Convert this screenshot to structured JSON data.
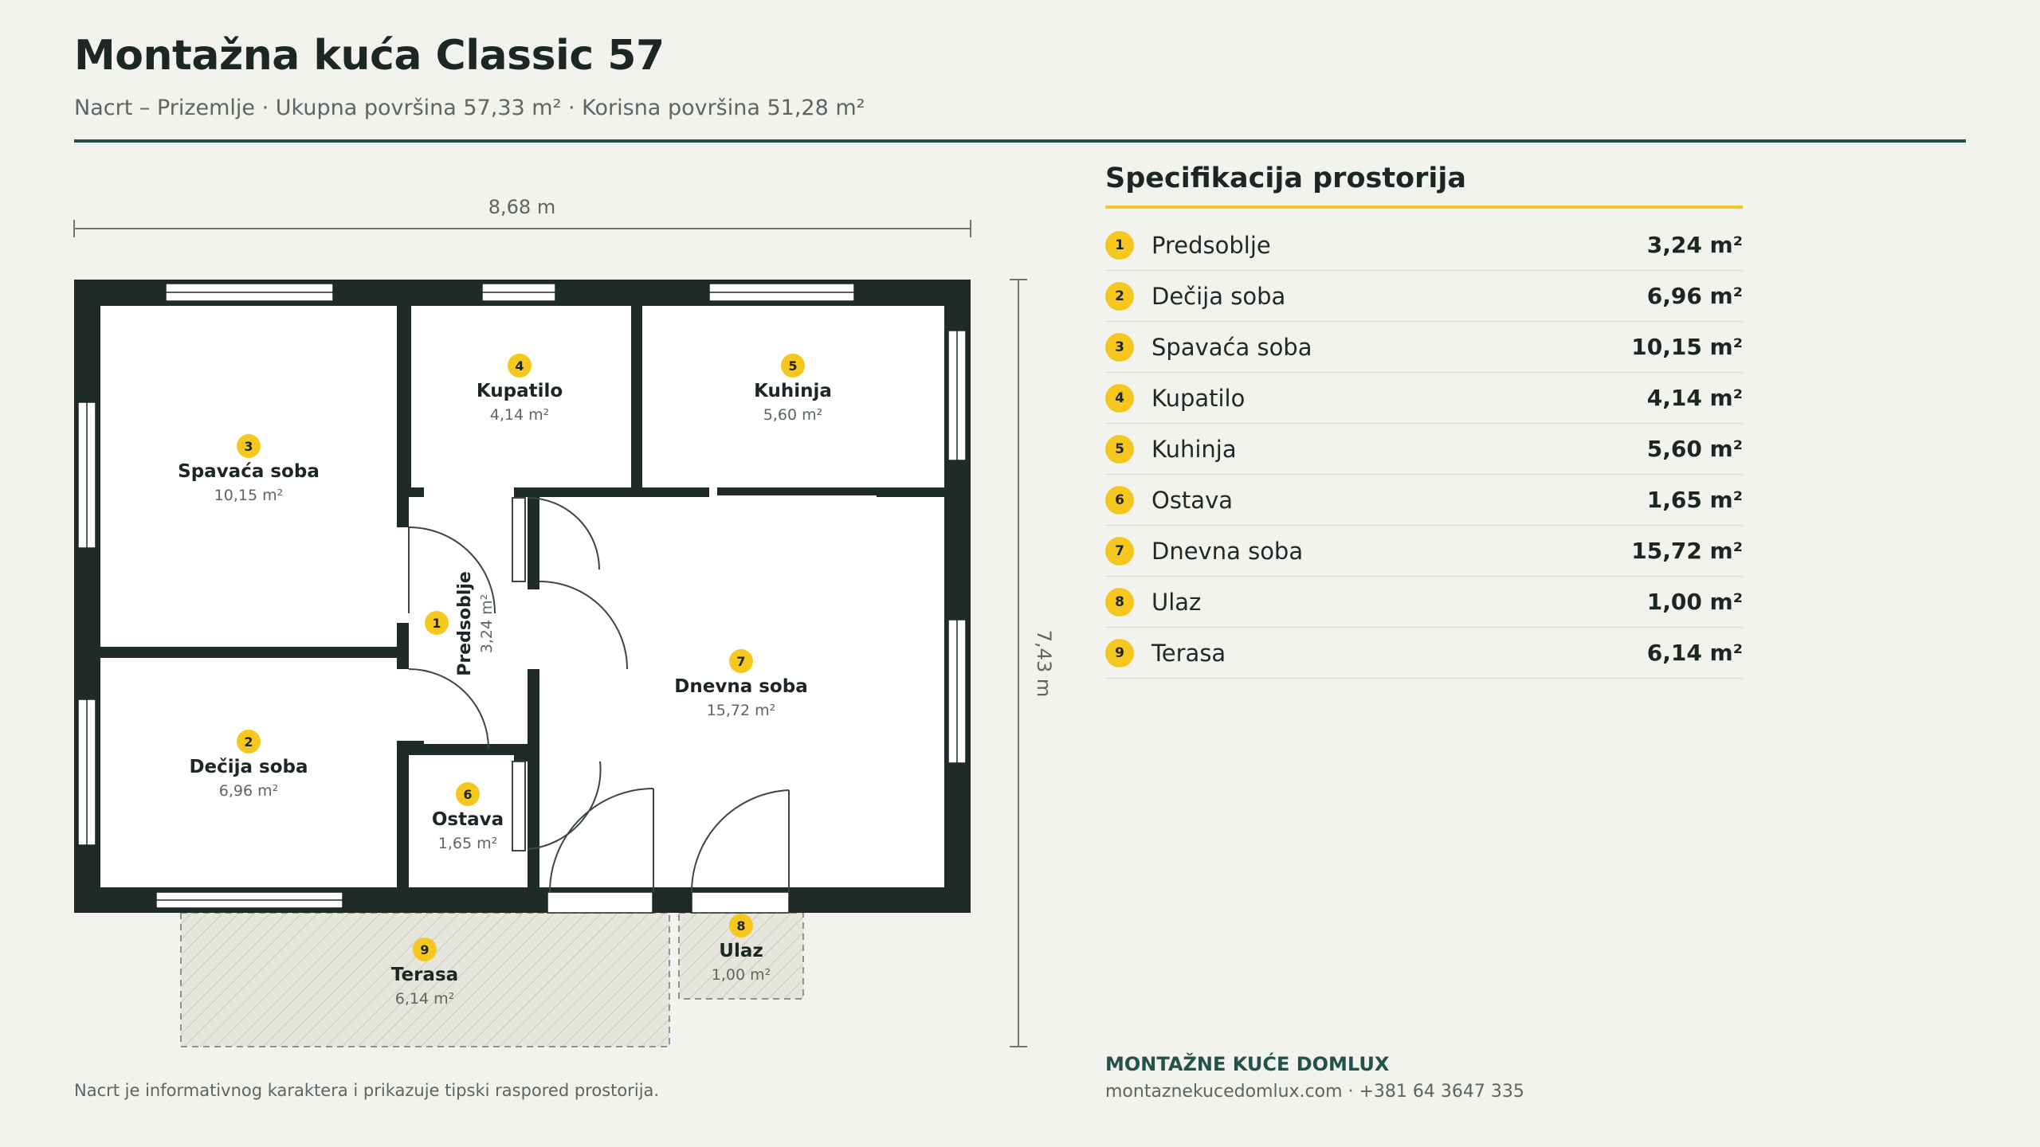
{
  "header": {
    "title": "Montažna kuća Classic 57",
    "subtitle": "Nacrt – Prizemlje · Ukupna površina 57,33 m² · Korisna površina 51,28 m²"
  },
  "plan": {
    "width_label": "8,68 m",
    "height_label": "7,43 m",
    "rooms": [
      {
        "num": "1",
        "name": "Predsoblje",
        "area": "3,24 m²"
      },
      {
        "num": "2",
        "name": "Dečija soba",
        "area": "6,96 m²"
      },
      {
        "num": "3",
        "name": "Spavaća soba",
        "area": "10,15 m²"
      },
      {
        "num": "4",
        "name": "Kupatilo",
        "area": "4,14 m²"
      },
      {
        "num": "5",
        "name": "Kuhinja",
        "area": "5,60 m²"
      },
      {
        "num": "6",
        "name": "Ostava",
        "area": "1,65 m²"
      },
      {
        "num": "7",
        "name": "Dnevna soba",
        "area": "15,72 m²"
      },
      {
        "num": "8",
        "name": "Ulaz",
        "area": "1,00 m²"
      },
      {
        "num": "9",
        "name": "Terasa",
        "area": "6,14 m²"
      }
    ]
  },
  "spec": {
    "title": "Specifikacija prostorija",
    "rows": [
      {
        "num": "1",
        "name": "Predsoblje",
        "area": "3,24 m²"
      },
      {
        "num": "2",
        "name": "Dečija soba",
        "area": "6,96 m²"
      },
      {
        "num": "3",
        "name": "Spavaća soba",
        "area": "10,15 m²"
      },
      {
        "num": "4",
        "name": "Kupatilo",
        "area": "4,14 m²"
      },
      {
        "num": "5",
        "name": "Kuhinja",
        "area": "5,60 m²"
      },
      {
        "num": "6",
        "name": "Ostava",
        "area": "1,65 m²"
      },
      {
        "num": "7",
        "name": "Dnevna soba",
        "area": "15,72 m²"
      },
      {
        "num": "8",
        "name": "Ulaz",
        "area": "1,00 m²"
      },
      {
        "num": "9",
        "name": "Terasa",
        "area": "6,14 m²"
      }
    ]
  },
  "footer": {
    "note": "Nacrt je informativnog karaktera i prikazuje tipski raspored prostorija.",
    "brand": "MONTAŽNE KUĆE DOMLUX",
    "contact": "montaznekucedomlux.com · +381 64 3647 335"
  },
  "colors": {
    "wall": "#1f2b27",
    "badge": "#f6c81f",
    "accent_green": "#23524a",
    "background": "#f2f2ee"
  }
}
